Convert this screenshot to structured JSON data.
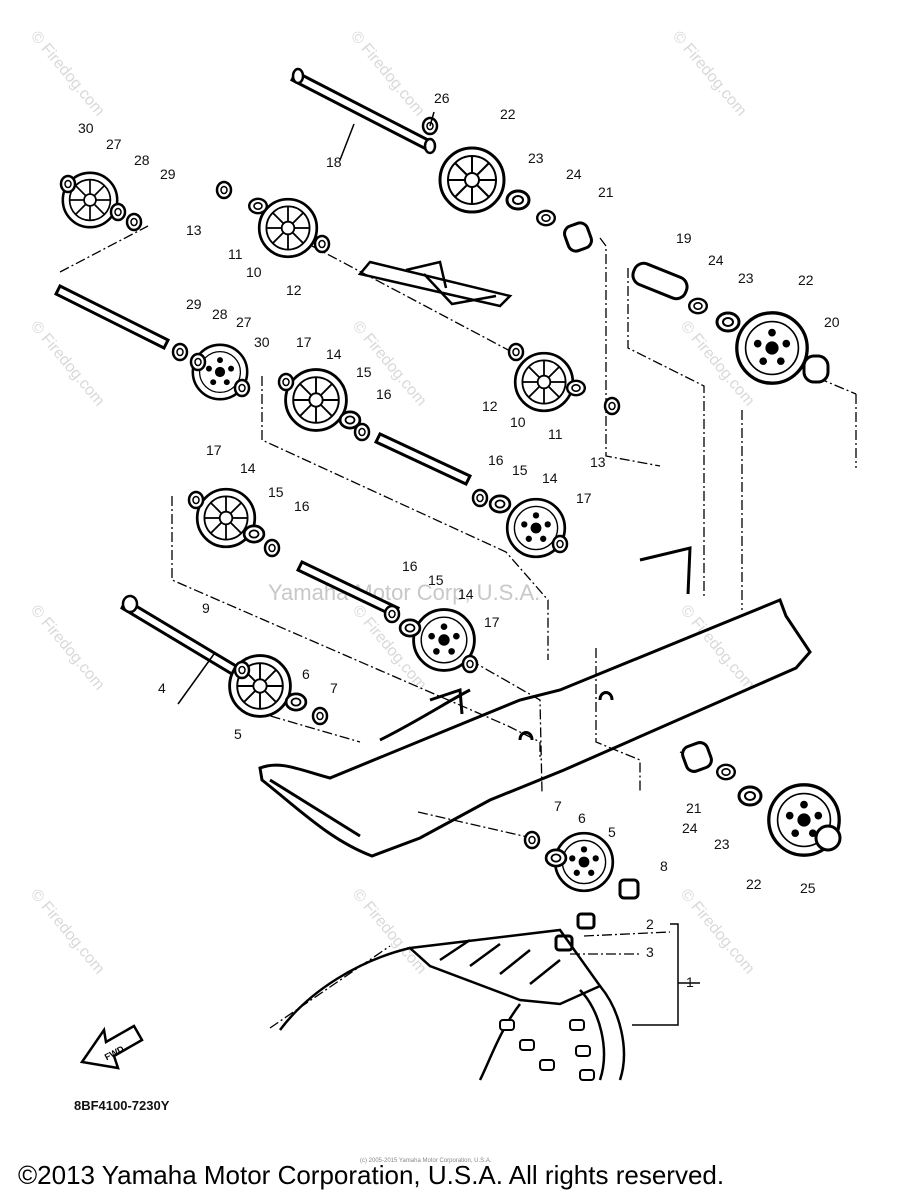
{
  "watermark": {
    "corner_text": "© Firedog.com",
    "center_text": "Yamaha Motor Corp, U.S.A."
  },
  "part_numbers": [
    "1",
    "2",
    "3",
    "4",
    "5",
    "5",
    "6",
    "6",
    "7",
    "7",
    "8",
    "9",
    "10",
    "10",
    "11",
    "11",
    "12",
    "12",
    "13",
    "13",
    "14",
    "14",
    "14",
    "14",
    "15",
    "15",
    "15",
    "15",
    "16",
    "16",
    "16",
    "16",
    "17",
    "17",
    "17",
    "17",
    "18",
    "19",
    "20",
    "21",
    "21",
    "22",
    "22",
    "22",
    "23",
    "23",
    "23",
    "24",
    "24",
    "24",
    "25",
    "26",
    "27",
    "27",
    "28",
    "28",
    "29",
    "29",
    "30",
    "30"
  ],
  "fwd_arrow": "FWD",
  "part_code": "8BF4100-7230Y",
  "small_copyright": "(c) 2005-2015 Yamaha Motor Corporation, U.S.A.",
  "copyright": "©2013 Yamaha Motor Corporation, U.S.A. All rights reserved."
}
